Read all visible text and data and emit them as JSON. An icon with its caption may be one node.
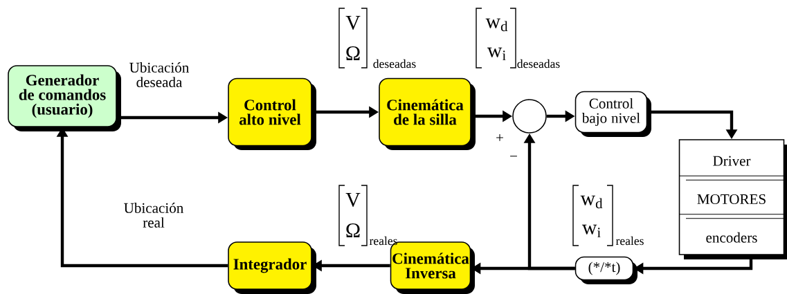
{
  "diagram": {
    "nodes": [
      {
        "text": [
          "Generador de comandos (usuario)"
        ]
      },
      {
        "text": [
          "Control alto nivel"
        ]
      },
      {
        "text": [
          "Cinemática de la silla"
        ]
      },
      {
        "text": [],
        "shape": "circle"
      },
      {
        "text": [
          "Control bajo nivel"
        ]
      },
      {
        "text": [
          "Driver",
          "MOTORES",
          "encoders"
        ]
      },
      {
        "text": [
          "(*/*t)"
        ]
      },
      {
        "text": [
          "Cinemática Inversa"
        ]
      },
      {
        "text": [
          "Integrador"
        ]
      }
    ],
    "edges": [
      {
        "from": 0,
        "to": 1,
        "arrow": "to",
        "label": "Ubicación deseada"
      },
      {
        "from": 1,
        "to": 2,
        "arrow": "to"
      },
      {
        "from": 2,
        "to": 3,
        "arrow": "to"
      },
      {
        "from": 3,
        "to": 4,
        "arrow": "to"
      },
      {
        "from": 4,
        "to": 5,
        "arrow": "to"
      },
      {
        "from": 5,
        "to": 6,
        "arrow": "to"
      },
      {
        "from": 6,
        "to": 7,
        "arrow": "to"
      },
      {
        "from": 6,
        "to": 3,
        "arrow": "to"
      },
      {
        "from": 7,
        "to": 8,
        "arrow": "to"
      },
      {
        "from": 8,
        "to": 0,
        "arrow": "to",
        "label": "Ubicación real"
      }
    ],
    "labels": [
      "V",
      "Ω",
      "deseadas",
      "w$_{d}$",
      "w$_{i}$",
      "deseadas",
      "+",
      "−",
      "V",
      "Ω",
      "reales",
      "w$_{d}$",
      "w$_{i}$",
      "reales"
    ]
  }
}
